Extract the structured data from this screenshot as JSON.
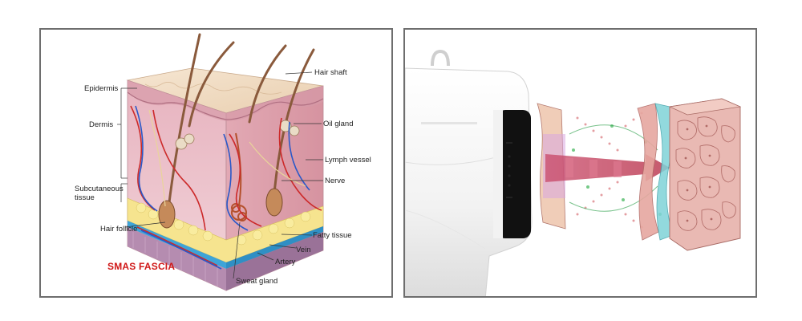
{
  "skin_diagram": {
    "labels": {
      "epidermis": "Epidermis",
      "dermis": "Dermis",
      "subcutaneous_1": "Subcutaneous",
      "subcutaneous_2": "tissue",
      "hair_follicle": "Hair follicle",
      "smas_fascia": "SMAS FASCIA",
      "hair_shaft": "Hair shaft",
      "oil_gland": "Oil gland",
      "lymph_vessel": "Lymph vessel",
      "nerve": "Nerve",
      "fatty_tissue": "Fatty tissue",
      "vein": "Vein",
      "artery": "Artery",
      "sweat_gland": "Sweat gland"
    },
    "colors": {
      "epidermis": "#f1dcc3",
      "dermis": "#ecc3cc",
      "fat": "#f6e48f",
      "fascia": "#3ea4d8",
      "deep_layer": "#b58cb0",
      "hair": "#8a5a3c",
      "artery": "#cc2a2a",
      "vein": "#2a58c8",
      "smas_text": "#d01818"
    }
  },
  "device_illustration": {
    "colors": {
      "device_body": "#f5f5f5",
      "device_face": "#111111",
      "energy_arrow": "#b8324a",
      "tissue_pink": "#e9b9b3"
    }
  }
}
